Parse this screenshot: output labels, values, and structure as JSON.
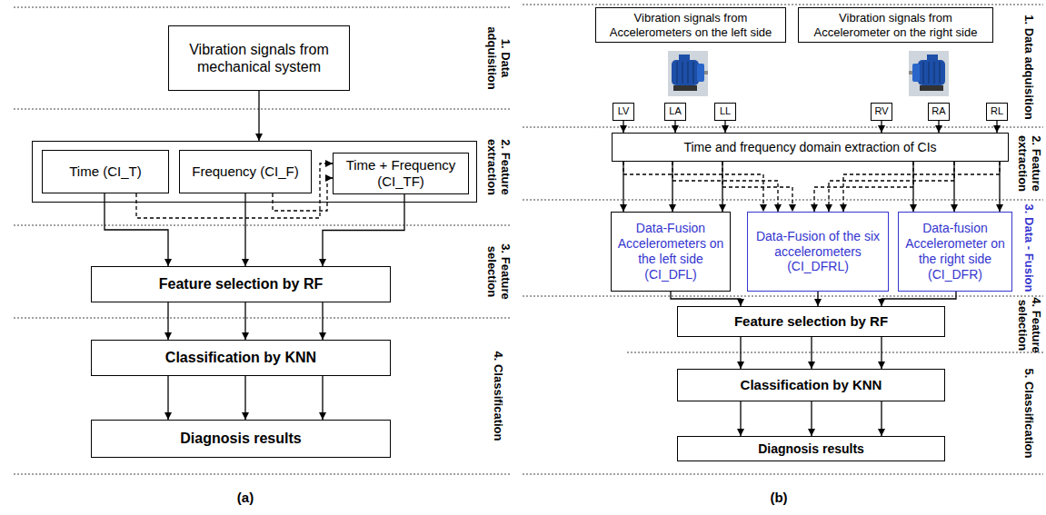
{
  "diagram": {
    "nodes": [
      {
        "text": [
          "Vibration signals from mechanical system"
        ]
      },
      {
        "text": []
      },
      {
        "text": [
          "Time (CI_T)"
        ],
        "in": 1
      },
      {
        "text": [
          "Frequency (CI_F)"
        ],
        "in": 1
      },
      {
        "text": [
          "Time + Frequency (CI_TF)"
        ],
        "in": 1
      },
      {
        "text": [
          "Feature selection by RF"
        ]
      },
      {
        "text": [
          "Classification by KNN"
        ]
      },
      {
        "text": [
          "Diagnosis results"
        ]
      },
      {
        "text": [
          "Vibration signals from Accelerometers on the left side"
        ]
      },
      {
        "text": [
          "Vibration signals from Accelerometer on the right side"
        ]
      },
      {
        "text": [
          "LV"
        ]
      },
      {
        "text": [
          "LA"
        ]
      },
      {
        "text": [
          "LL"
        ]
      },
      {
        "text": [
          "RV"
        ]
      },
      {
        "text": [
          "RA"
        ]
      },
      {
        "text": [
          "RL"
        ]
      },
      {
        "text": [
          "Time and frequency domain extraction of CIs"
        ]
      },
      {
        "text": [
          "Data-Fusion Accelerometers on the left side (CI_DFL)"
        ]
      },
      {
        "text": [
          "Data-Fusion of the six accelerometers (CI_DFRL)"
        ]
      },
      {
        "text": [
          "Data-fusion Accelerometer on the right side (CI_DFR)"
        ]
      },
      {
        "text": [
          "Feature selection by RF"
        ]
      },
      {
        "text": [
          "Classification by KNN"
        ]
      },
      {
        "text": [
          "Diagnosis results"
        ]
      }
    ],
    "edges": [
      {
        "from": 0,
        "to": 1,
        "arrow": "to"
      },
      {
        "from": 2,
        "to": 4,
        "arrow": "to"
      },
      {
        "from": 3,
        "to": 4,
        "arrow": "to"
      },
      {
        "from": 2,
        "to": 5,
        "arrow": "to"
      },
      {
        "from": 3,
        "to": 5,
        "arrow": "to"
      },
      {
        "from": 4,
        "to": 5,
        "arrow": "to"
      },
      {
        "from": 5,
        "to": 6,
        "arrow": "to"
      },
      {
        "from": 6,
        "to": 7,
        "arrow": "to"
      },
      {
        "from": 10,
        "to": 16,
        "arrow": "to"
      },
      {
        "from": 11,
        "to": 16,
        "arrow": "to"
      },
      {
        "from": 12,
        "to": 16,
        "arrow": "to"
      },
      {
        "from": 13,
        "to": 16,
        "arrow": "to"
      },
      {
        "from": 14,
        "to": 16,
        "arrow": "to"
      },
      {
        "from": 15,
        "to": 16,
        "arrow": "to"
      },
      {
        "from": 16,
        "to": 17,
        "arrow": "to"
      },
      {
        "from": 16,
        "to": 18,
        "arrow": "to"
      },
      {
        "from": 16,
        "to": 19,
        "arrow": "to"
      },
      {
        "from": 17,
        "to": 20,
        "arrow": "to"
      },
      {
        "from": 18,
        "to": 20,
        "arrow": "to"
      },
      {
        "from": 19,
        "to": 20,
        "arrow": "to"
      },
      {
        "from": 20,
        "to": 21,
        "arrow": "to"
      },
      {
        "from": 21,
        "to": 22,
        "arrow": "to"
      }
    ],
    "labels": [
      "1. Data adquisition",
      "2. Feature extraction",
      "3. Feature selection",
      "4. Classification",
      "(a)",
      "1. Data adquisition",
      "2. Feature extraction",
      "3. Data - Fusion",
      "4. Feature selection",
      "5. Classification",
      "(b)"
    ]
  }
}
